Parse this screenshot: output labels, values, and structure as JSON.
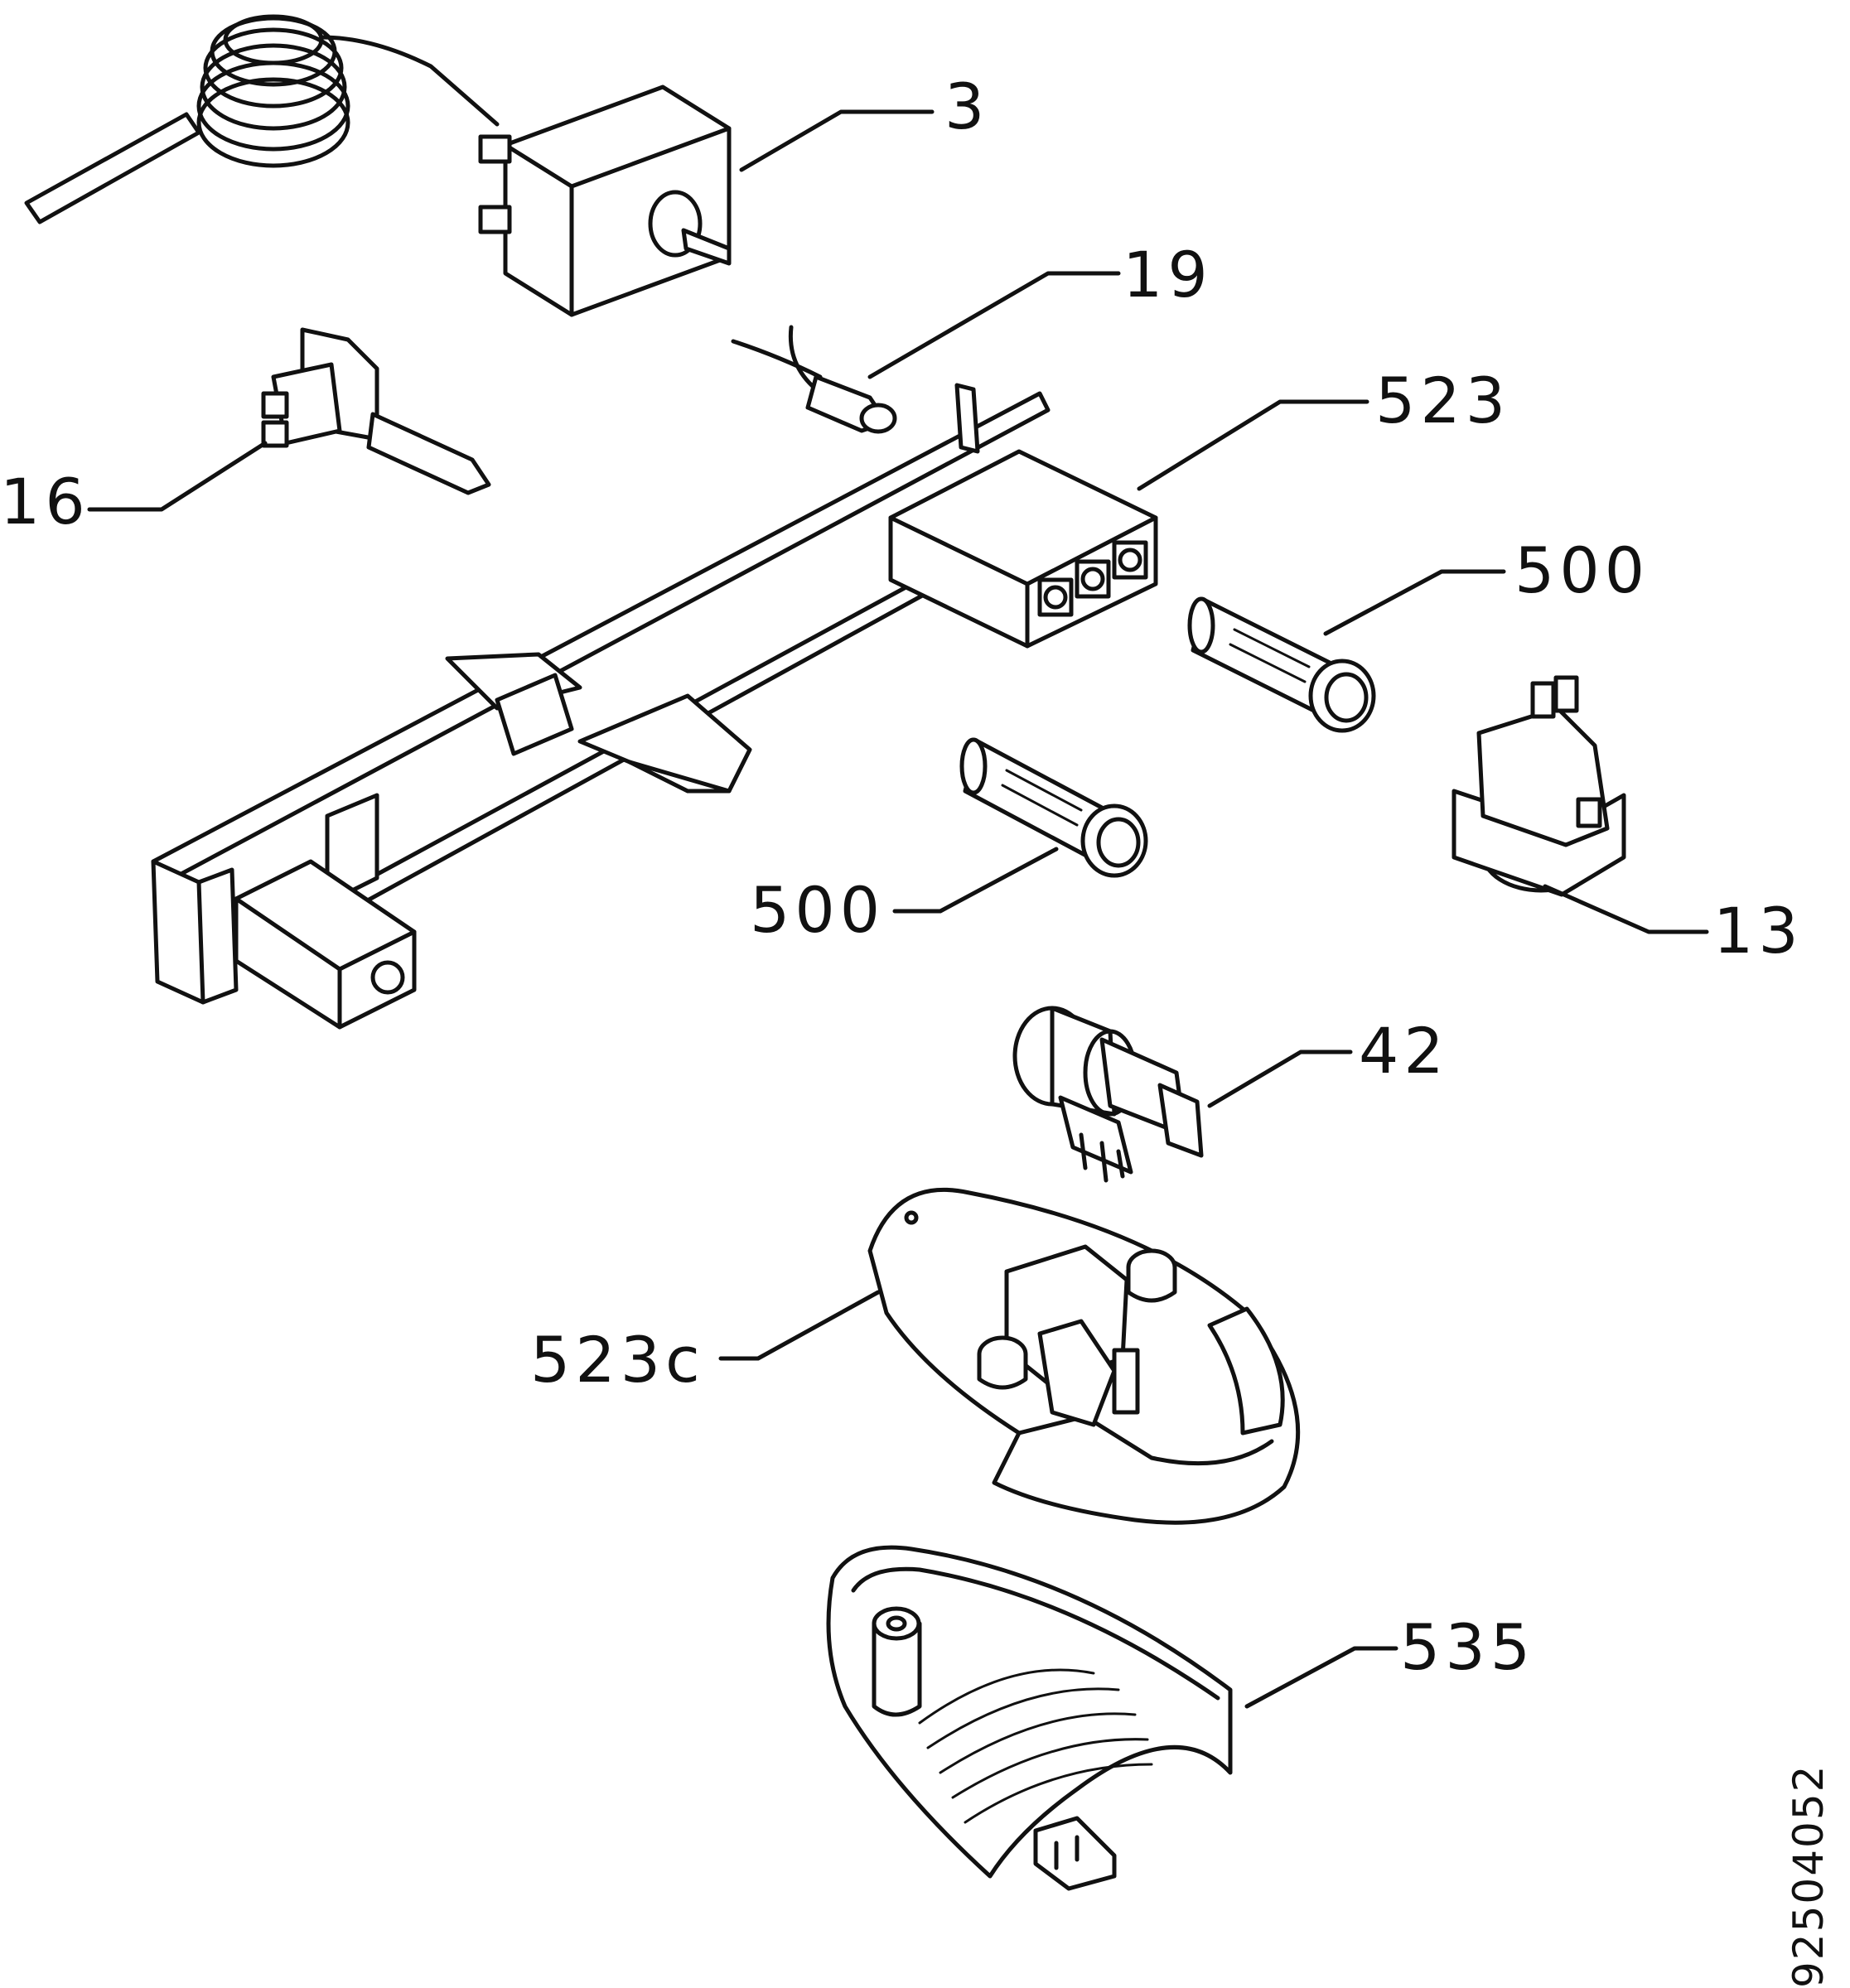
{
  "drawing_code": "92504052",
  "parts": [
    {
      "id": "p3",
      "number": "3",
      "icon": "thermostat-with-capillary-coil"
    },
    {
      "id": "p19",
      "number": "19",
      "icon": "lamp-with-wires"
    },
    {
      "id": "p16",
      "number": "16",
      "icon": "switch"
    },
    {
      "id": "p523",
      "number": "523",
      "icon": "mounting-frame-with-connector"
    },
    {
      "id": "p500a",
      "number": "500",
      "icon": "cylindrical-pin"
    },
    {
      "id": "p500b",
      "number": "500",
      "icon": "cylindrical-pin"
    },
    {
      "id": "p13",
      "number": "13",
      "icon": "switch-with-disc"
    },
    {
      "id": "p42",
      "number": "42",
      "icon": "lamp-holder"
    },
    {
      "id": "p523c",
      "number": "523c",
      "icon": "lamp-cover-base"
    },
    {
      "id": "p535",
      "number": "535",
      "icon": "lamp-cover-shell"
    }
  ]
}
